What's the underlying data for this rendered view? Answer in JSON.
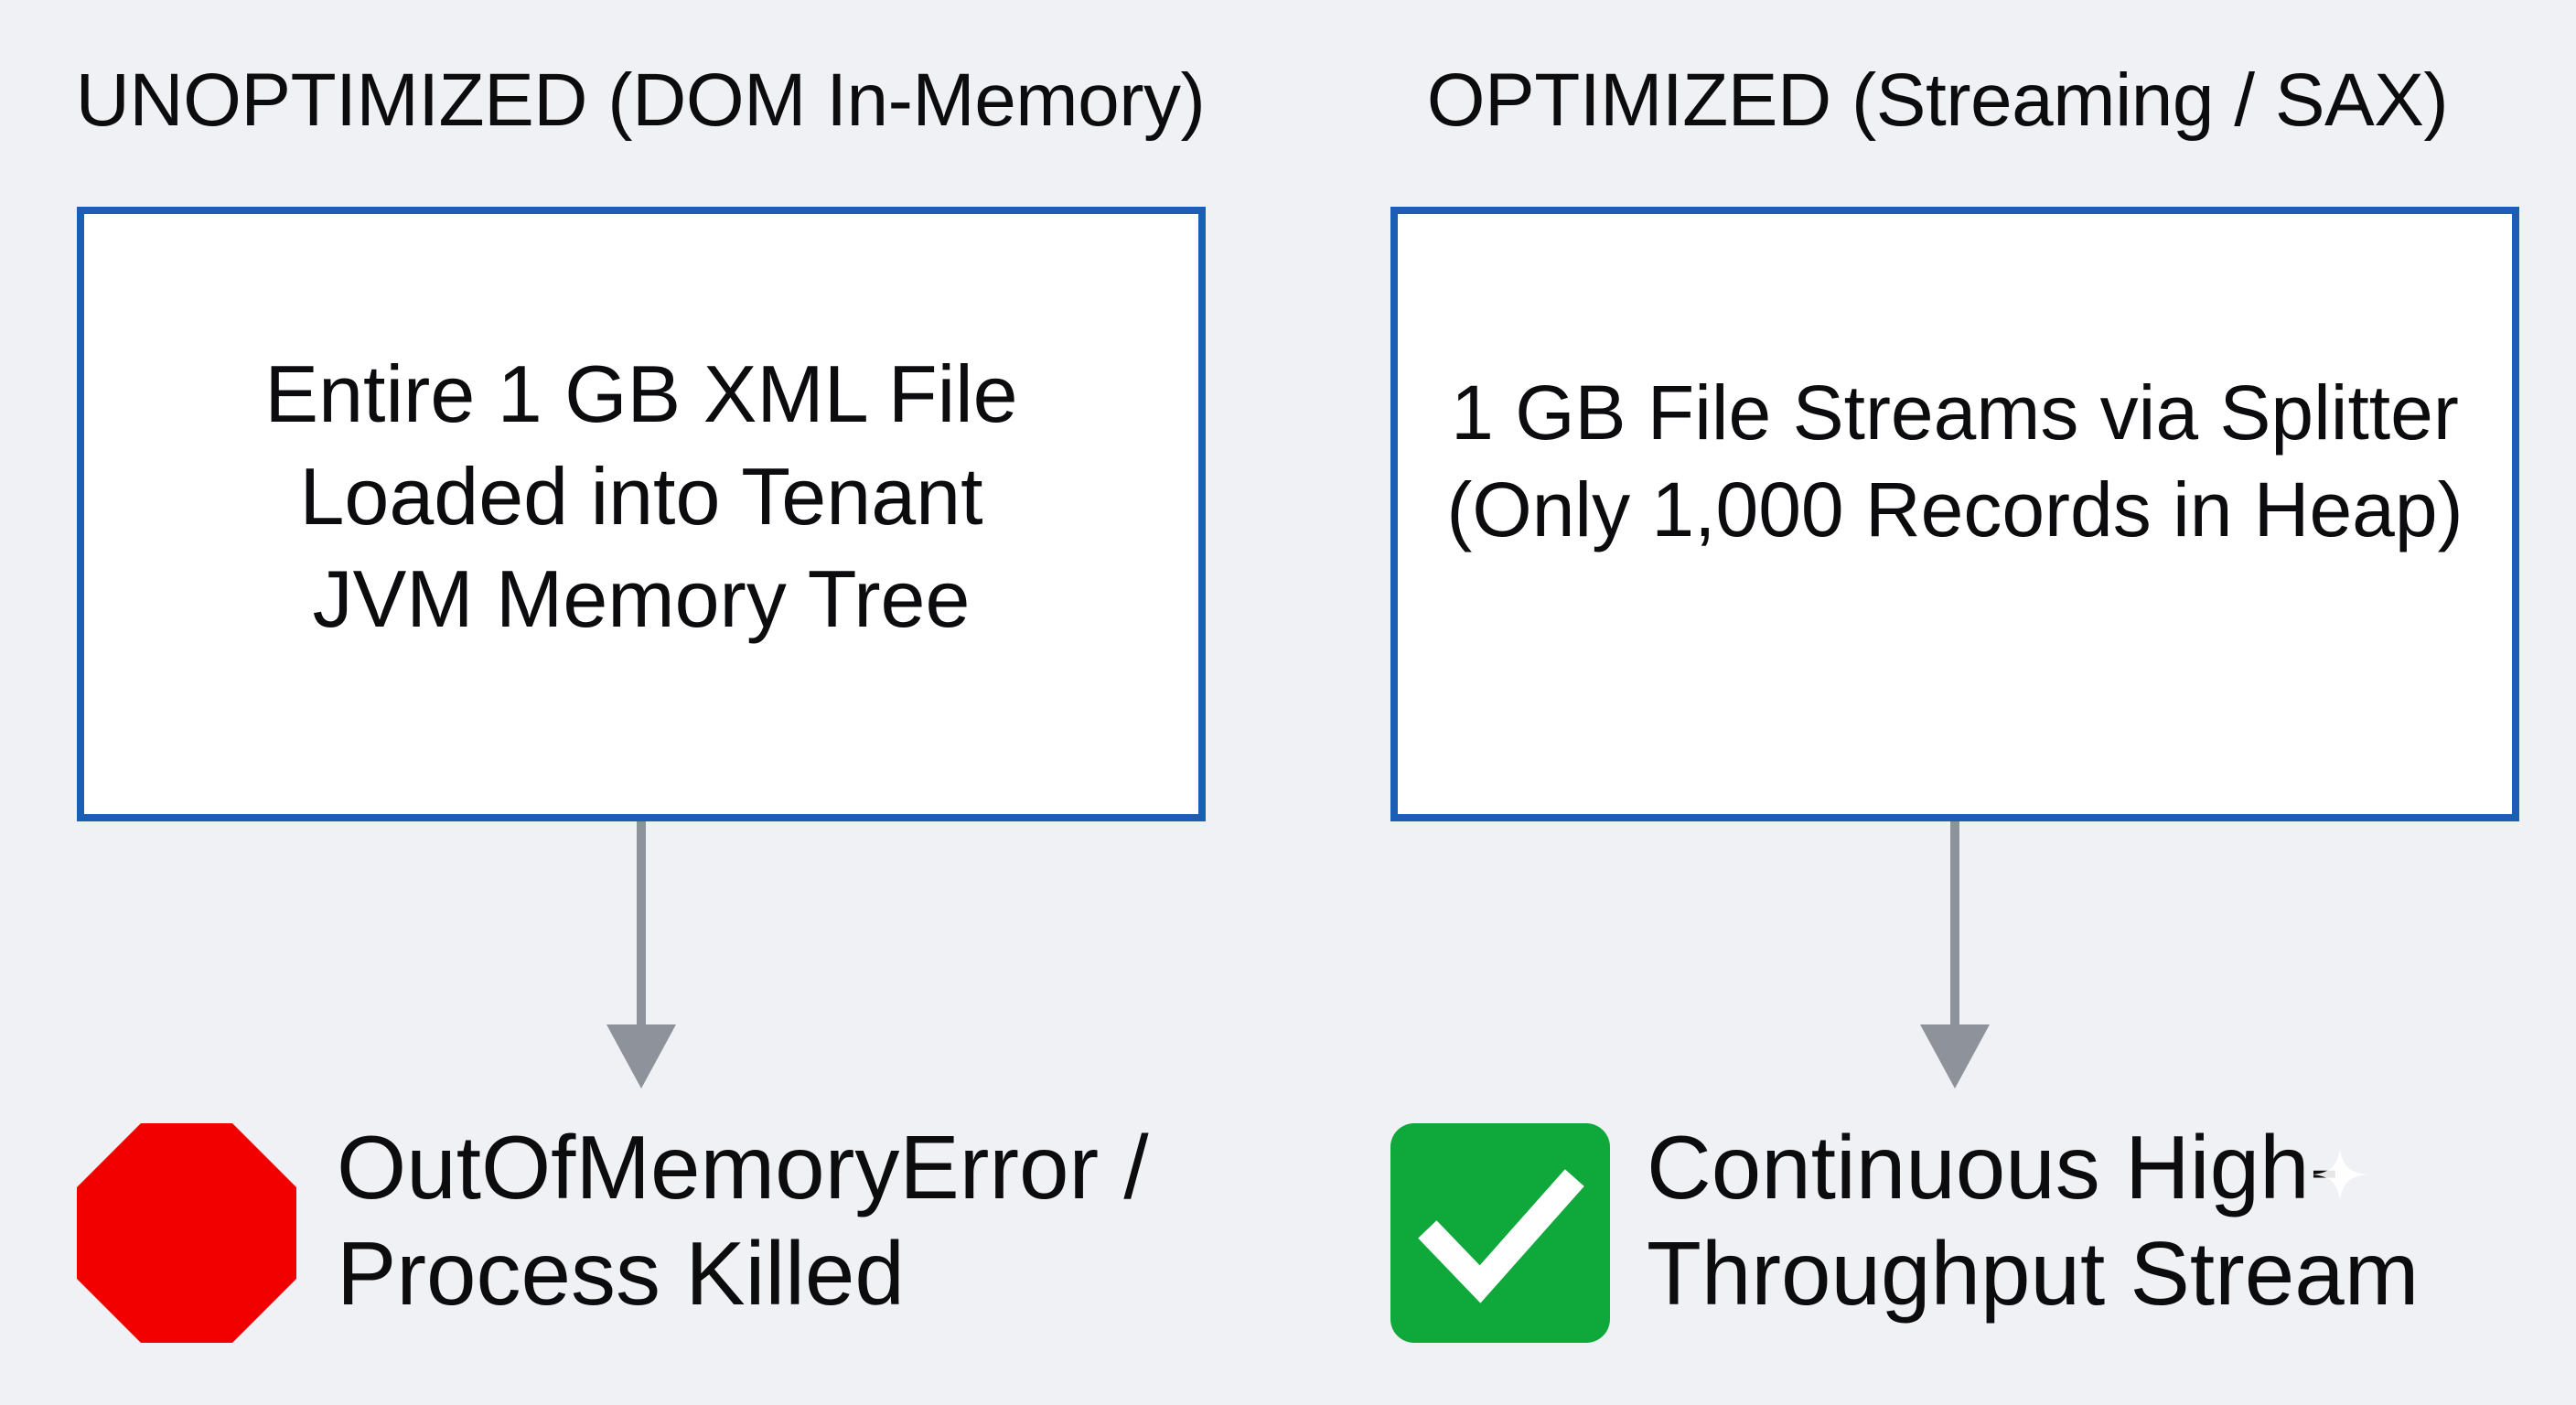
{
  "colors": {
    "background": "#eff1f4",
    "box_border": "#1a5fb4",
    "box_fill": "#ffffff",
    "arrow": "#8e929a",
    "stop_red": "#f20000",
    "check_green": "#0fa83a",
    "text": "#0c0c0e"
  },
  "left": {
    "heading": "UNOPTIMIZED (DOM In-Memory)",
    "box_text": "Entire 1 GB XML File\nLoaded into Tenant\nJVM Memory Tree",
    "result_icon": "stop-sign-icon",
    "result_text": "OutOfMemoryError /\nProcess Killed"
  },
  "right": {
    "heading": "OPTIMIZED (Streaming / SAX)",
    "box_text": "1 GB File Streams via Splitter\n(Only 1,000 Records in Heap)",
    "result_icon": "checkmark-icon",
    "result_text": "Continuous High-\nThroughput Stream"
  }
}
